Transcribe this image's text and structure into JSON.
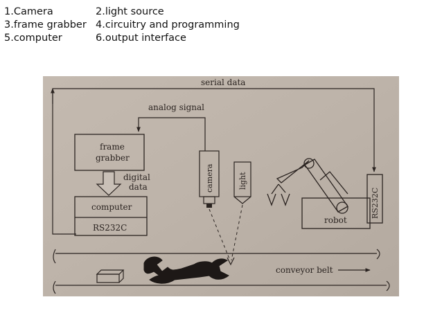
{
  "legend": {
    "rows": [
      {
        "a": "1.Camera",
        "b": "2.light source"
      },
      {
        "a": "3.frame grabber",
        "b": "4.circuitry and programming"
      },
      {
        "a": "5.computer",
        "b": "6.output interface"
      }
    ]
  },
  "diagram": {
    "serial_data": "serial data",
    "analog_signal": "analog signal",
    "frame": "frame",
    "grabber": "grabber",
    "digital": "digital",
    "data": "data",
    "computer": "computer",
    "rs232c_left": "RS232C",
    "camera": "camera",
    "light": "light",
    "robot": "robot",
    "rs232c_right": "RS232C",
    "conveyor_belt": "conveyor belt"
  },
  "colors": {
    "paper": "#bdb3a9",
    "ink": "#2a2320",
    "page_background": "#ffffff"
  }
}
